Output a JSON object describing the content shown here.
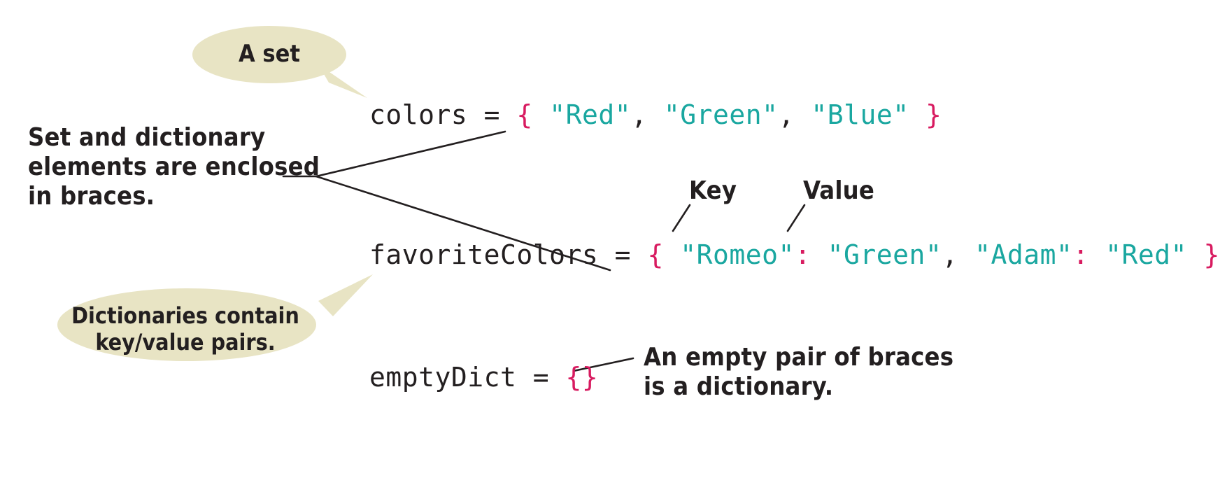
{
  "figure": {
    "kind": "annotated-code-diagram",
    "topic": "Python sets and dictionaries",
    "background_color": "#ffffff"
  },
  "colors": {
    "bubble_fill": "#e8e4c4",
    "brace": "#d81b60",
    "string": "#1aa7a0",
    "text": "#231f20",
    "leader_line": "#231f20"
  },
  "callouts": [
    {
      "id": "a-set",
      "text": "A set",
      "shape": "ellipse-with-tail",
      "tail_direction": "down-right"
    },
    {
      "id": "dictionaries",
      "text": "Dictionaries contain\nkey/value pairs.",
      "shape": "ellipse-with-tail",
      "tail_direction": "up-right"
    }
  ],
  "annotations": {
    "left_note": "Set and dictionary\nelements are enclosed\nin braces.",
    "key_label": "Key",
    "value_label": "Value",
    "empty_note": "An empty pair of braces\nis a dictionary."
  },
  "code_lines": [
    {
      "id": "colors",
      "text": "colors = { \"Red\", \"Green\", \"Blue\" }",
      "tokens": [
        {
          "t": "colors",
          "k": "ident"
        },
        {
          "t": " = ",
          "k": "op"
        },
        {
          "t": "{",
          "k": "brace"
        },
        {
          "t": " ",
          "k": "punct"
        },
        {
          "t": "\"Red\"",
          "k": "str"
        },
        {
          "t": ",",
          "k": "punct"
        },
        {
          "t": " ",
          "k": "punct"
        },
        {
          "t": "\"Green\"",
          "k": "str"
        },
        {
          "t": ",",
          "k": "punct"
        },
        {
          "t": " ",
          "k": "punct"
        },
        {
          "t": "\"Blue\"",
          "k": "str"
        },
        {
          "t": " ",
          "k": "punct"
        },
        {
          "t": "}",
          "k": "brace"
        }
      ]
    },
    {
      "id": "favoriteColors",
      "text": "favoriteColors = { \"Romeo\": \"Green\", \"Adam\": \"Red\" }",
      "tokens": [
        {
          "t": "favoriteColors",
          "k": "ident"
        },
        {
          "t": " =",
          "k": "op"
        },
        {
          "t": " ",
          "k": "punct"
        },
        {
          "t": "{",
          "k": "brace"
        },
        {
          "t": " ",
          "k": "punct"
        },
        {
          "t": "\"Romeo\"",
          "k": "str"
        },
        {
          "t": ":",
          "k": "colon"
        },
        {
          "t": " ",
          "k": "punct"
        },
        {
          "t": "\"Green\"",
          "k": "str"
        },
        {
          "t": ",",
          "k": "punct"
        },
        {
          "t": " ",
          "k": "punct"
        },
        {
          "t": "\"Adam\"",
          "k": "str"
        },
        {
          "t": ":",
          "k": "colon"
        },
        {
          "t": " ",
          "k": "punct"
        },
        {
          "t": "\"Red\"",
          "k": "str"
        },
        {
          "t": " ",
          "k": "punct"
        },
        {
          "t": "}",
          "k": "brace"
        }
      ]
    },
    {
      "id": "emptyDict",
      "text": "emptyDict = {}",
      "tokens": [
        {
          "t": "emptyDict",
          "k": "ident"
        },
        {
          "t": " = ",
          "k": "op"
        },
        {
          "t": "{}",
          "k": "brace"
        }
      ]
    }
  ]
}
